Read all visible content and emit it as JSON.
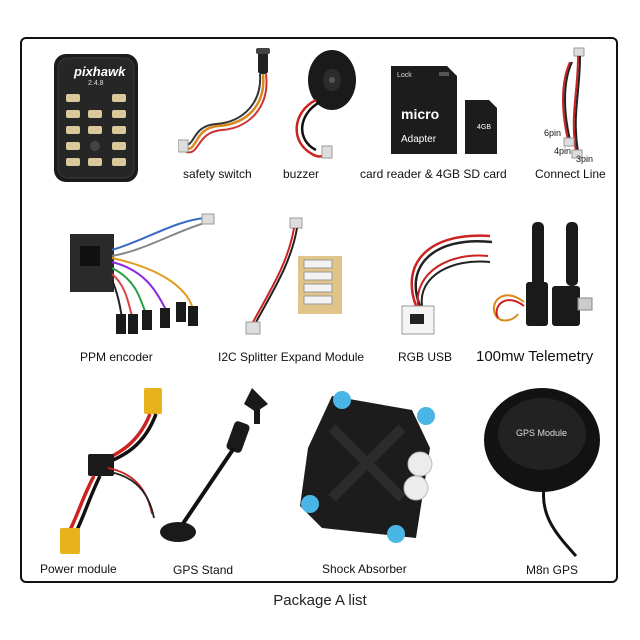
{
  "caption": "Package A list",
  "items": [
    {
      "label": "safety switch",
      "icon": "safety-switch-icon"
    },
    {
      "label": "buzzer",
      "icon": "buzzer-icon"
    },
    {
      "label": "card reader & 4GB SD card",
      "icon": "sd-card-icon"
    },
    {
      "label": "Connect Line",
      "icon": "cable-icon"
    },
    {
      "label": "PPM encoder",
      "icon": "ppm-encoder-icon"
    },
    {
      "label": "I2C Splitter Expand Module",
      "icon": "i2c-splitter-icon"
    },
    {
      "label": "RGB USB",
      "icon": "rgb-usb-icon"
    },
    {
      "label": "100mw Telemetry",
      "icon": "telemetry-icon"
    },
    {
      "label": "Power module",
      "icon": "power-module-icon"
    },
    {
      "label": "GPS Stand",
      "icon": "gps-stand-icon"
    },
    {
      "label": "Shock Absorber",
      "icon": "shock-absorber-icon"
    },
    {
      "label": "M8n GPS",
      "icon": "gps-module-icon"
    }
  ],
  "product_text": {
    "pixhawk_logo": "pixhawk",
    "pixhawk_version": "2.4.8",
    "sd_lock": "Lock",
    "sd_micro": "micro",
    "sd_adapter": "Adapter",
    "sd_capacity": "4GB",
    "pin6": "6pin",
    "pin4": "4pin",
    "pin3": "3pin",
    "gps_module_text": "GPS Module"
  }
}
